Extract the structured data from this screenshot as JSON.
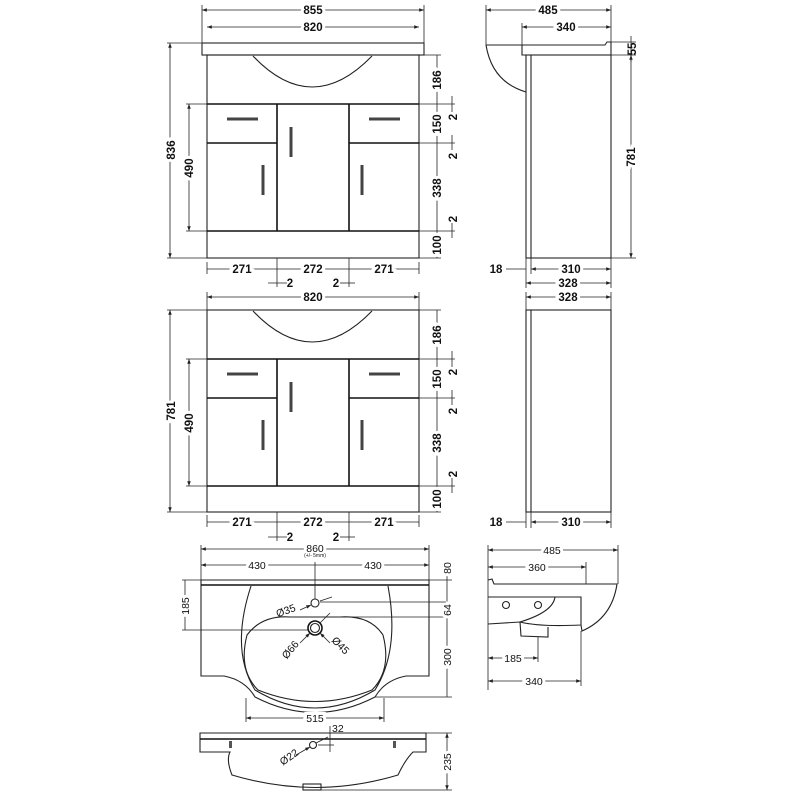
{
  "cabinet_front_with_top": {
    "overall_width": "855",
    "body_width": "820",
    "overall_height": "836",
    "door_height": "490",
    "basin_zone": "186",
    "drawer": "150",
    "door": "338",
    "plinth": "100",
    "gap1": "2",
    "gap2": "2",
    "gap3": "2",
    "left_width": "271",
    "center_width": "272",
    "right_width": "271",
    "gap_left": "2",
    "gap_right": "2"
  },
  "cabinet_side_with_top": {
    "overall_depth": "485",
    "top_depth": "340",
    "top_thickness": "55",
    "height": "781",
    "door_thickness": "18",
    "carcass_depth": "310",
    "total_depth": "328"
  },
  "cabinet_front": {
    "body_width": "820",
    "height": "781",
    "door_height": "490",
    "basin_zone": "186",
    "drawer": "150",
    "door": "338",
    "plinth": "100",
    "gap1": "2",
    "gap2": "2",
    "gap3": "2",
    "left_width": "271",
    "center_width": "272",
    "right_width": "271",
    "gap_left": "2",
    "gap_right": "2"
  },
  "cabinet_side": {
    "total_depth": "328",
    "door_thickness": "18",
    "carcass_depth": "310"
  },
  "basin_plan": {
    "width": "860",
    "tolerance": "(+/- 5mm)",
    "left_half": "430",
    "right_half": "430",
    "tap_hole_offset": "185",
    "rim": "80",
    "tap_to_bowl": "64",
    "bowl_depth": "300",
    "bowl_width": "515",
    "tap_hole": "Ø35",
    "waste_outer": "Ø66",
    "waste_inner": "Ø45"
  },
  "basin_front": {
    "overflow_offset": "32",
    "overflow_hole": "Ø22",
    "height": "235"
  },
  "basin_side": {
    "overall_depth": "485",
    "rim_depth": "360",
    "waste_offset": "185",
    "depth": "340"
  }
}
